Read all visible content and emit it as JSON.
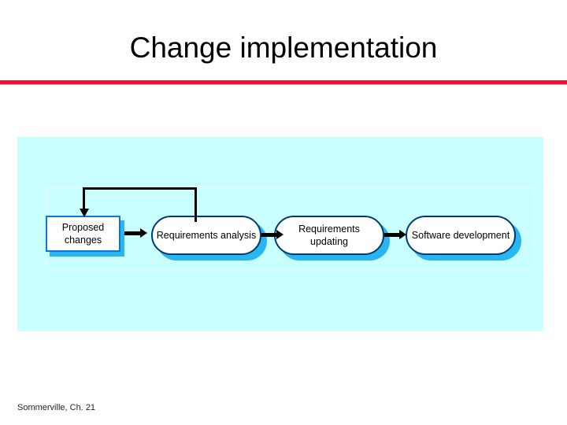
{
  "slide": {
    "title": "Change implementation",
    "footer": "Sommerville, Ch. 21",
    "accent_color": "#e31837",
    "panel_color": "#caffff",
    "node_shadow_color": "#29b6f0",
    "rect_border_color": "#0a78d8",
    "pill_border_color": "#003a70"
  },
  "diagram": {
    "type": "flow",
    "nodes": [
      {
        "id": "proposed-changes",
        "label": "Proposed changes",
        "shape": "rectangle"
      },
      {
        "id": "requirements-analysis",
        "label": "Requirements analysis",
        "shape": "pill"
      },
      {
        "id": "requirements-updating",
        "label": "Requirements updating",
        "shape": "pill"
      },
      {
        "id": "software-development",
        "label": "Software development",
        "shape": "pill"
      }
    ],
    "edges": [
      {
        "from": "proposed-changes",
        "to": "requirements-analysis",
        "style": "arrow"
      },
      {
        "from": "requirements-analysis",
        "to": "requirements-updating",
        "style": "arrow"
      },
      {
        "from": "requirements-updating",
        "to": "software-development",
        "style": "arrow"
      },
      {
        "from": "requirements-analysis",
        "to": "proposed-changes",
        "style": "feedback-loop"
      }
    ]
  }
}
